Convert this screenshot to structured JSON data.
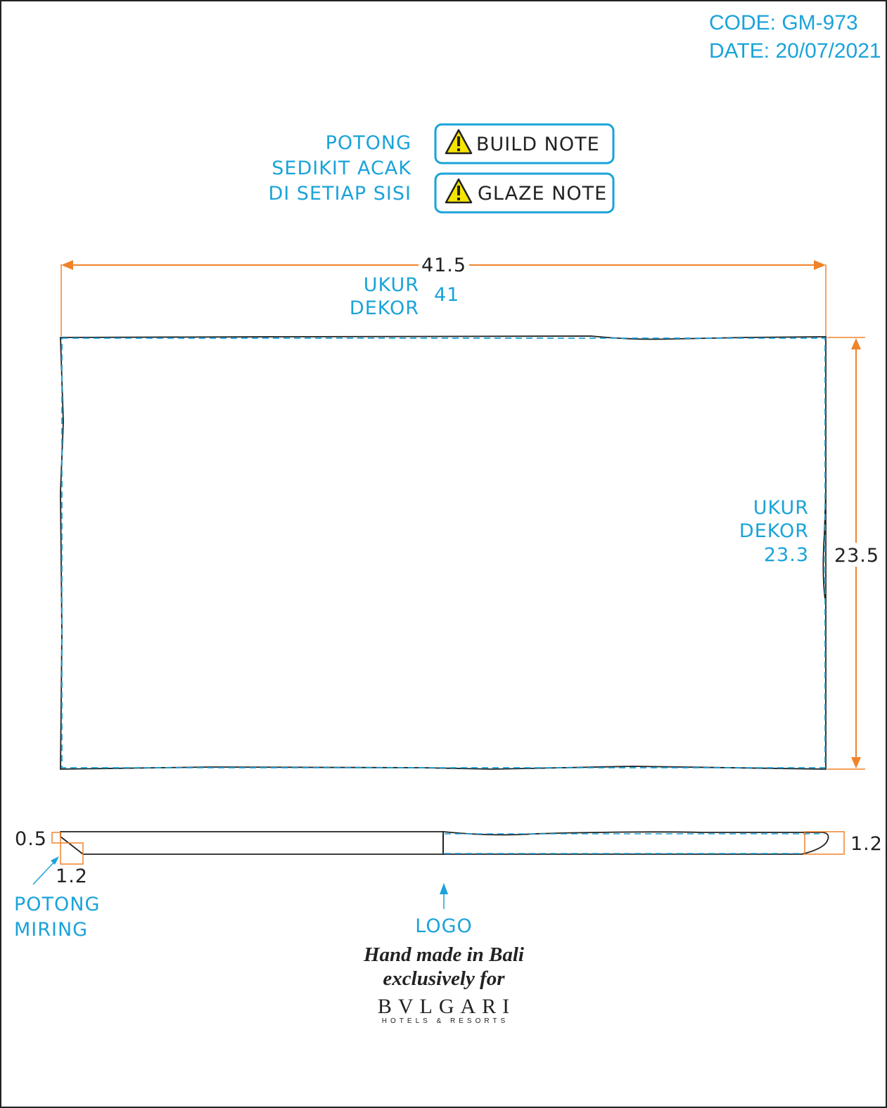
{
  "header": {
    "code": "CODE: GM-973",
    "date": "DATE: 20/07/2021"
  },
  "cut_note": {
    "line1": "POTONG",
    "line2": "SEDIKIT ACAK",
    "line3": "DI SETIAP SISI"
  },
  "notes": {
    "build": "BUILD NOTE",
    "glaze": "GLAZE NOTE"
  },
  "dimensions": {
    "width": "41.5",
    "height": "23.5",
    "thickness": "0.5",
    "bevel": "1.2",
    "rim": "1.2"
  },
  "decor": {
    "width_label_1": "UKUR",
    "width_label_2": "DEKOR",
    "width_value": "41",
    "height_label_1": "UKUR",
    "height_label_2": "DEKOR",
    "height_value": "23.3"
  },
  "side_note": {
    "line1": "POTONG",
    "line2": "MIRING"
  },
  "logo": {
    "label": "LOGO",
    "line1": "Hand made in Bali",
    "line2": "exclusively for",
    "brand": "BVLGARI",
    "brand_sub": "HOTELS & RESORTS"
  },
  "colors": {
    "annotation": "#1aa3d9",
    "dimension": "#f0832a",
    "outline": "#222222",
    "warning": "#f5e400"
  }
}
